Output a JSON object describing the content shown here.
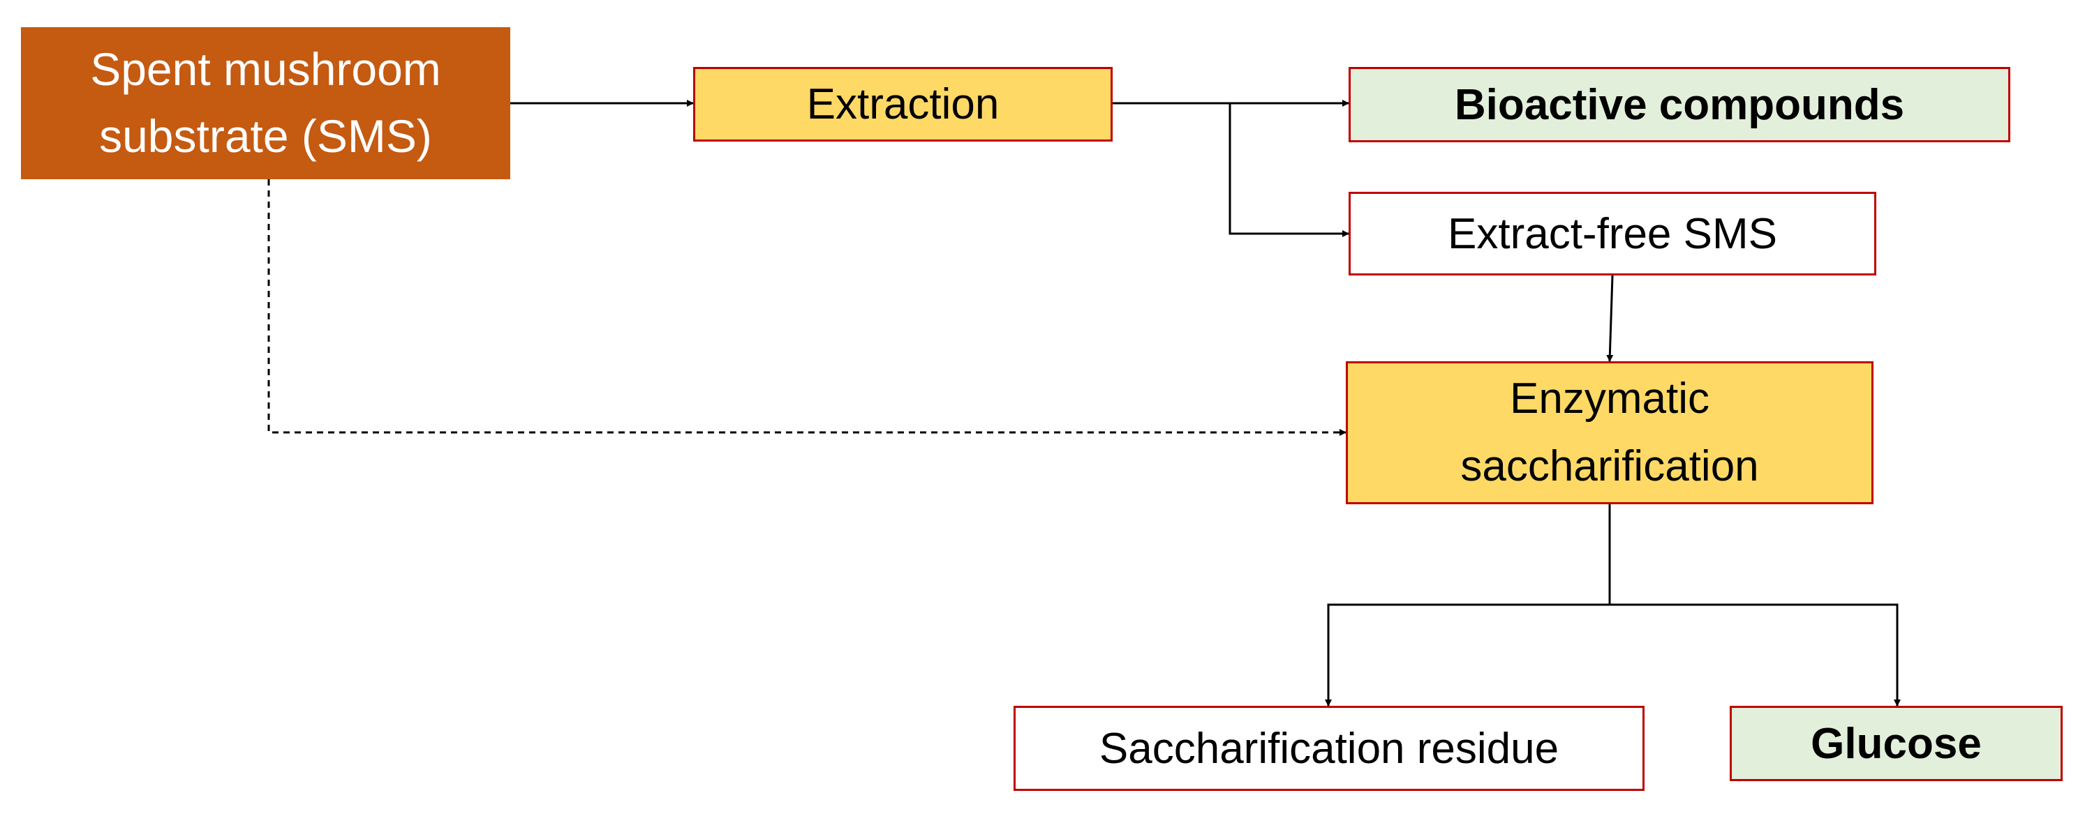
{
  "diagram": {
    "nodes": {
      "sms": {
        "line1": "Spent mushroom",
        "line2": "substrate (SMS)"
      },
      "extraction": {
        "label": "Extraction"
      },
      "bioactive": {
        "label": "Bioactive compounds"
      },
      "extract_free": {
        "label": "Extract-free SMS"
      },
      "saccharification": {
        "line1": "Enzymatic",
        "line2": "saccharification"
      },
      "residue": {
        "label": "Saccharification residue"
      },
      "glucose": {
        "label": "Glucose"
      }
    },
    "colors": {
      "sms_fill": "#C55A11",
      "process_fill": "#FFD966",
      "product_fill": "#E2EFDA",
      "plain_fill": "#FFFFFF",
      "box_border": "#C00000",
      "arrow": "#000000"
    },
    "connections": [
      {
        "from": "sms",
        "to": "extraction",
        "style": "solid"
      },
      {
        "from": "extraction",
        "to": "bioactive",
        "style": "solid"
      },
      {
        "from": "extraction",
        "to": "extract_free",
        "style": "solid"
      },
      {
        "from": "extract_free",
        "to": "saccharification",
        "style": "solid"
      },
      {
        "from": "sms",
        "to": "saccharification",
        "style": "dashed"
      },
      {
        "from": "saccharification",
        "to": "residue",
        "style": "solid"
      },
      {
        "from": "saccharification",
        "to": "glucose",
        "style": "solid"
      }
    ]
  }
}
